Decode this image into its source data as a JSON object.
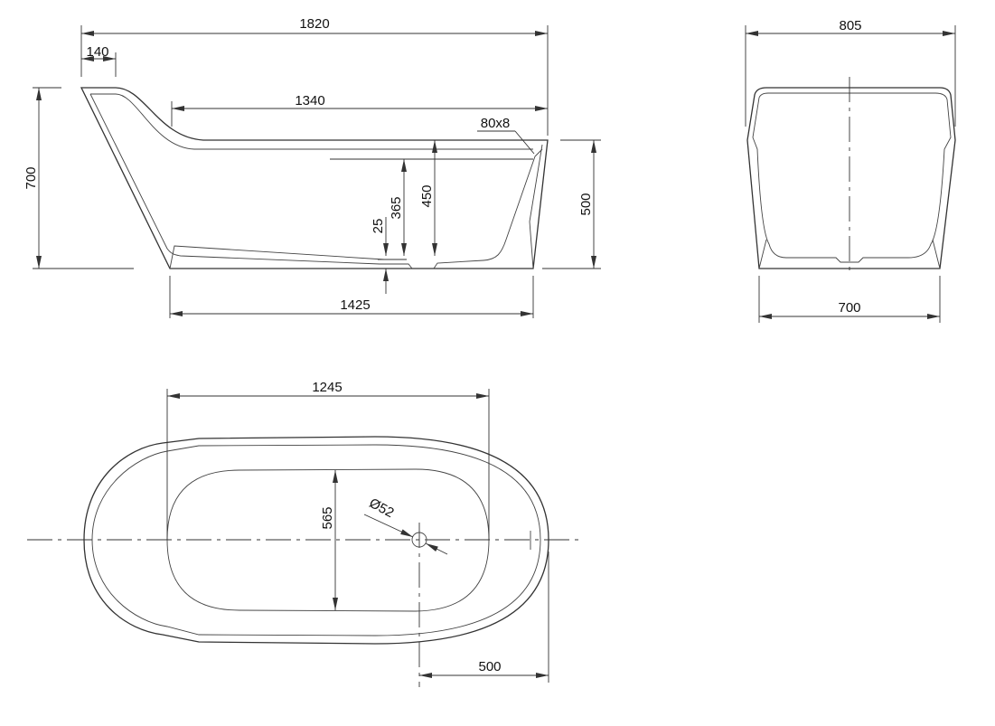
{
  "title": "Freestanding bathtub technical drawing",
  "side_view": {
    "overall_length": "1820",
    "headrest_offset": "140",
    "overall_height": "700",
    "rim_length": "1340",
    "overflow_size": "80x8",
    "overflow_height": "365",
    "inner_depth": "450",
    "drain_recess": "25",
    "rim_height": "500",
    "base_length": "1425"
  },
  "end_view": {
    "top_width": "805",
    "base_width": "700"
  },
  "plan_view": {
    "basin_length": "1245",
    "basin_width": "565",
    "drain_diameter": "Ø52",
    "drain_to_end": "500"
  },
  "colors": {
    "line": "#333333",
    "background": "#ffffff"
  }
}
